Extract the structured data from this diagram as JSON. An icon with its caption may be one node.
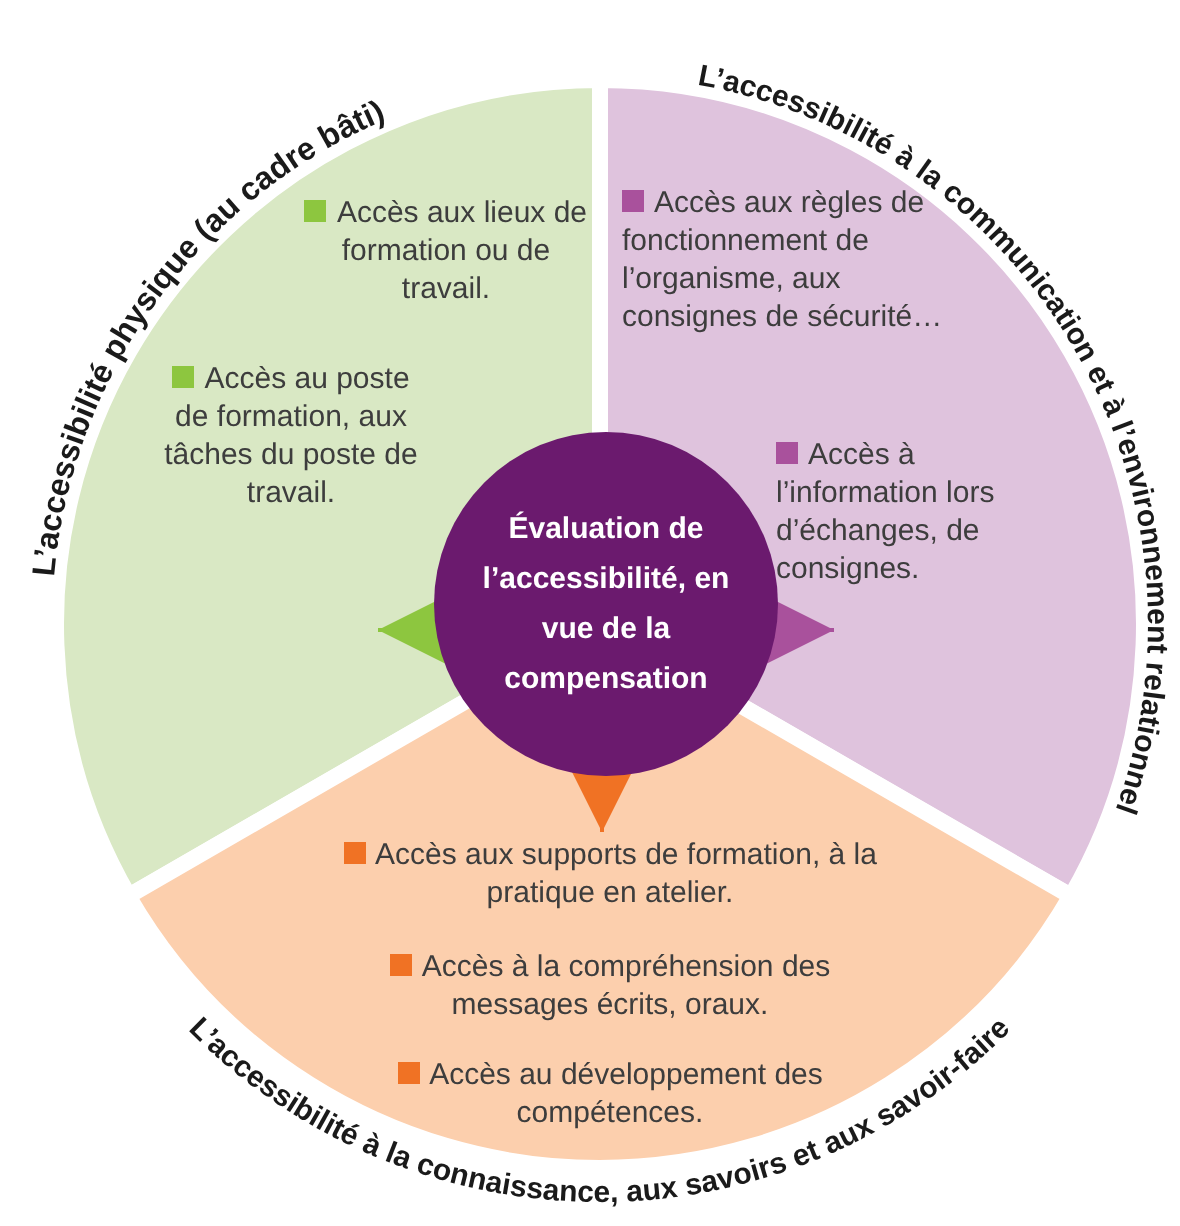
{
  "diagram": {
    "nodes": [
      {
        "text": [
          "L’accessibilité physique (au cadre bâti)",
          "Accès aux lieux de formation ou de travail.",
          "Accès au poste de formation, aux tâches du poste de travail."
        ]
      },
      {
        "text": [
          "L’accessibilité à la communication et à l’environnement relationnel",
          "Accès aux règles de fonctionnement de l’organisme, aux consignes de sécurité…",
          "Accès à l’information lors d’échanges, de consignes."
        ]
      },
      {
        "text": [
          "Évaluation de l’accessibilité, en vue de la compensation"
        ]
      },
      {
        "text": [
          "L’accessibilité à la connaissance, aux savoirs et aux savoir-faire",
          "Accès aux supports de formation, à la pratique en atelier.",
          "Accès à la compréhension des messages écrits, oraux.",
          "Accès au développement des compétences."
        ]
      }
    ],
    "edges": [
      {
        "from": 2,
        "to": 0,
        "arrow": "to",
        "color": "#8dc63f"
      },
      {
        "from": 2,
        "to": 1,
        "arrow": "to",
        "color": "#a9519c"
      },
      {
        "from": 2,
        "to": 3,
        "arrow": "to",
        "color": "#f07224"
      }
    ]
  }
}
